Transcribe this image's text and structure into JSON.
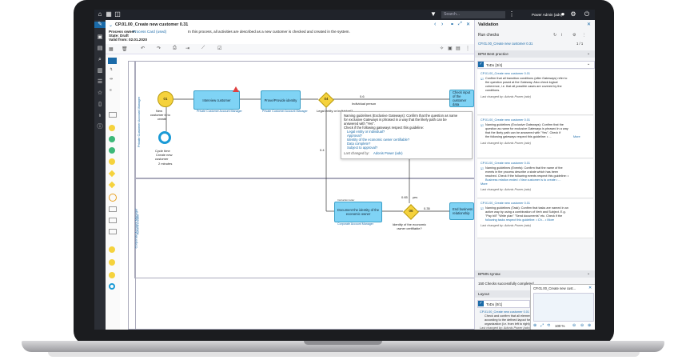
{
  "window": {
    "search_placeholder": "Search...",
    "user_label": "Power Admin (adv)"
  },
  "header": {
    "model_title": "CP.01.00_Create new customer 0.31",
    "owner_label": "Process owner:",
    "owner_value": "Process Card (used)",
    "state_label": "State: Draft",
    "valid_label": "Valid from: 02.01.2020",
    "description": "In this process, all activities are described as a new customer is checked and created in the system."
  },
  "canvas": {
    "pool_label": "ADONIS Bank",
    "lane1_label": "Private Customer Account Manager",
    "lane2_label": "Corporate Account Manager",
    "start_event": {
      "label_num": "01",
      "text_lines": [
        "New",
        "customer is to",
        "create"
      ]
    },
    "timer_event": {
      "text_lines": [
        "Cycle time",
        "Create new",
        "customer"
      ],
      "duration": "2 minutes"
    },
    "task_interview": {
      "label": "Interview customer",
      "role": "Private Customer Account Manager"
    },
    "task_prove": {
      "label": "Prove/Provide identity",
      "role": "Private Customer Account Manager"
    },
    "gw1": {
      "label": "04",
      "text": "Legal entity or individual?"
    },
    "gw1_branch_top": {
      "prob": "0.6",
      "label": "Individual person"
    },
    "gw1_branch_bottom": {
      "prob": "0.4"
    },
    "task_check": {
      "label": "Check input of the customer data",
      "role": ""
    },
    "task_document": {
      "label": "Document the identity of the economic owner",
      "role": "Corporate Account Manager",
      "badge": "Instruction letter"
    },
    "gw2": {
      "label": "06",
      "text": "Identity of the economic owner certifiable?"
    },
    "gw2_prob": "0.65",
    "gw2_label": "yes",
    "gw2_prob_right": "0.35",
    "task_end": {
      "label": "End business relationship",
      "role": ""
    },
    "tooltip": {
      "lines": [
        "Naming guidelines (Exclusive Gateways): Confirm that the question as name",
        "for exclusive Gateways is phrased in a way that the likely path can be",
        "answered with \"Yes\".",
        "Check if the following gateways respect this guideline:"
      ],
      "links": [
        "Legal entity or individual?",
        "Approval?",
        "Identity of the economic owner certifiable?",
        "Data complete?",
        "Subject to approval?"
      ],
      "changed_by_label": "Last changed by:",
      "changed_by_value": "Adonis Power (adv)"
    }
  },
  "panel": {
    "title": "Validation",
    "run_checks_label": "Run checks",
    "run_checks_count": "1 / 1",
    "model_link": "CP.01.00_Create new customer 0.31",
    "bpm_section_title": "BPM Best practice",
    "todo_label": "ToDo [3/4]",
    "cards": [
      {
        "ref": "CP.01.00_Create new customer 0.01",
        "lines": [
          "Confirm that all transition conditions (after Gateways) refer to",
          "the question posed at the Gateway. Also check logical",
          "coherence, i.e. that all possible cases are covered by the",
          "conditions."
        ],
        "more": "",
        "changed_by": "Last changed by: Adonis Power (adv)"
      },
      {
        "ref": "CP.01.00_Create new customer 0.01",
        "lines": [
          "Naming guidelines (Exclusive Gateways): Confirm that the",
          "question as name for exclusive Gateways is phrased in a way",
          "that the likely path can be answered with \"Yes\". Check if",
          "the following gateways respect this guideline:  • ..."
        ],
        "more": "More",
        "changed_by": "Last changed by: Adonis Power (adv)"
      },
      {
        "ref": "CP.01.00_Create new customer 0.01",
        "lines": [
          "Naming guidelines (Events): Confirm that the name of the",
          "events in the process describe a state which has been",
          "reached. Check if the following events respect this guideline: •",
          "Business relation ended • New customer is to create • ..."
        ],
        "more": "More",
        "changed_by": "Last changed by: Adonis Power (adv)"
      },
      {
        "ref": "CP.01.00_Create new customer 0.01",
        "lines": [
          "Naming guidelines (Task): Confirm that tasks are named in an",
          "active way by using a combination of Verb and Subject. E.g.",
          "\"Pay bill\" \"Write plan\" \"Send documents\" etc. Check if the",
          "following tasks respect this guideline: • Ch... • More"
        ],
        "more": "",
        "changed_by": "Last changed by: Adonis Power (adv)"
      }
    ],
    "bpmn_section_title": "BPMN syntax",
    "bpmn_status": "150 Checks successfully completed",
    "layout_section_title": "Layout",
    "layout_todo_label": "ToDo [0/1]",
    "layout_card_ref": "CP.01.00_Create new customer 0.01",
    "layout_card_lines": [
      "Check and confirm that all elements are",
      "according to the defined layout for the",
      "organization (i.e. from left to right).",
      "Last changed by: Adonis Power (adv)"
    ],
    "minimap_title": "CP.01.00_Create new cust...",
    "zoom": "100 %"
  }
}
